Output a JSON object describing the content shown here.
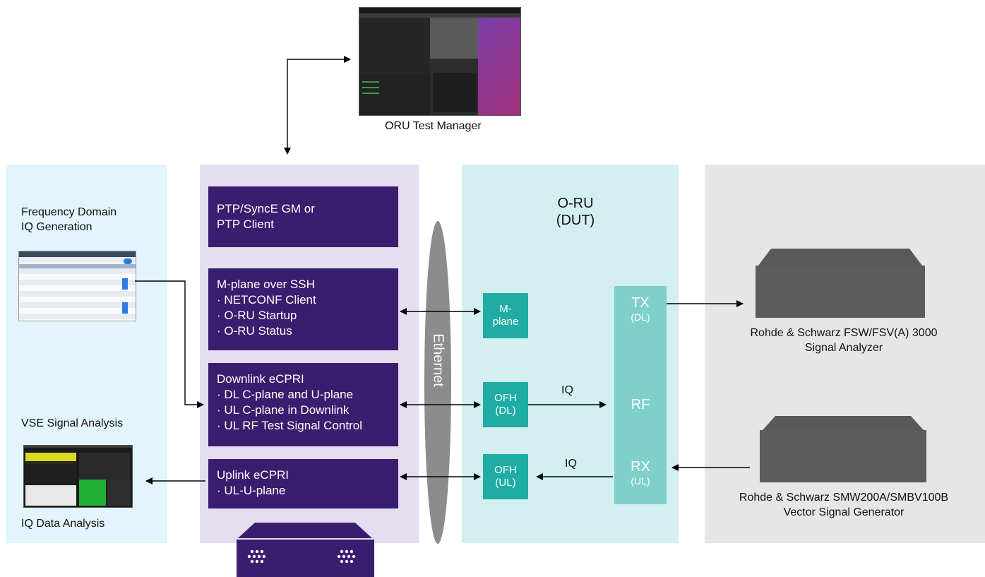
{
  "orutm": {
    "label": "ORU Test Manager"
  },
  "left": {
    "freq_title_1": "Frequency Domain",
    "freq_title_2": "IQ Generation",
    "vse_title": "VSE Signal Analysis",
    "iq_title": "IQ Data Analysis"
  },
  "core": {
    "ptp": [
      "PTP/SyncE GM or",
      "PTP Client"
    ],
    "mplane": [
      "M-plane over SSH",
      "· NETCONF Client",
      "· O-RU Startup",
      "· O-RU Status"
    ],
    "downlink": [
      "Downlink eCPRI",
      "· DL C-plane and U-plane",
      "· UL C-plane in Downlink",
      "· UL RF Test Signal Control"
    ],
    "uplink": [
      "Uplink eCPRI",
      "· UL-U-plane"
    ],
    "ethernet": "Ethernet"
  },
  "oru": {
    "title_1": "O-RU",
    "title_2": "(DUT)",
    "mplane_1": "M-",
    "mplane_2": "plane",
    "ofh_dl_1": "OFH",
    "ofh_dl_2": "(DL)",
    "ofh_ul_1": "OFH",
    "ofh_ul_2": "(UL)",
    "iq_dl": "IQ",
    "iq_ul": "IQ",
    "tx": "TX",
    "tx_sub": "(DL)",
    "rf": "RF",
    "rx": "RX",
    "rx_sub": "(UL)"
  },
  "instruments": {
    "fsw_1": "Rohde & Schwarz FSW/FSV(A) 3000",
    "fsw_2": "Signal Analyzer",
    "smw_1": "Rohde & Schwarz SMW200A/SMBV100B",
    "smw_2": "Vector Signal Generator"
  },
  "colors": {
    "light_blue_panel": "#e3f5fc",
    "lavender_panel": "#e4def0",
    "teal_panel": "#d3efef",
    "grey_panel": "#e6e6e6",
    "purple_box": "#3a1d6e",
    "teal_box": "#1fada3",
    "rf_column": "#7fd0cb",
    "ethernet": "#8c8c8c"
  }
}
